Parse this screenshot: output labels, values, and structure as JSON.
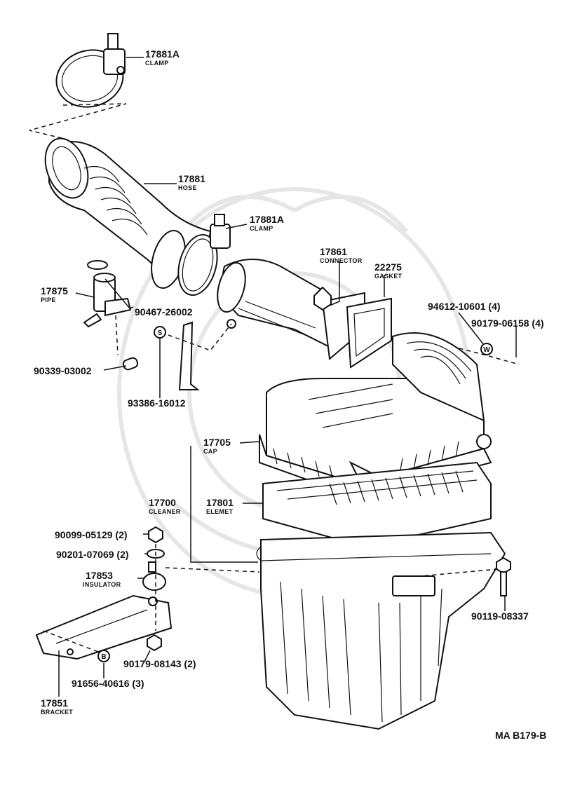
{
  "parts": {
    "clamp_top": {
      "number": "17881A",
      "name": "CLAMP"
    },
    "hose": {
      "number": "17881",
      "name": "HOSE"
    },
    "clamp_mid": {
      "number": "17881A",
      "name": "CLAMP"
    },
    "connector": {
      "number": "17861",
      "name": "CONNECTOR"
    },
    "gasket": {
      "number": "22275",
      "name": "GASKET"
    },
    "pipe": {
      "number": "17875",
      "name": "PIPE"
    },
    "p_90467": {
      "number": "90467-26002"
    },
    "p_94612": {
      "number": "94612-10601 (4)"
    },
    "p_90179_06158": {
      "number": "90179-06158 (4)"
    },
    "p_90339": {
      "number": "90339-03002"
    },
    "p_93386": {
      "number": "93386-16012"
    },
    "cap": {
      "number": "17705",
      "name": "CAP"
    },
    "cleaner": {
      "number": "17700",
      "name": "CLEANER"
    },
    "element": {
      "number": "17801",
      "name": "ELEMET"
    },
    "p_90099": {
      "number": "90099-05129 (2)"
    },
    "p_90201": {
      "number": "90201-07069 (2)"
    },
    "insulator": {
      "number": "17853",
      "name": "INSULATOR"
    },
    "p_90119": {
      "number": "90119-08337"
    },
    "p_90179_08143": {
      "number": "90179-08143 (2)"
    },
    "p_91656": {
      "number": "91656-40616 (3)"
    },
    "bracket": {
      "number": "17851",
      "name": "BRACKET"
    }
  },
  "markers": {
    "s": "S",
    "w": "W",
    "b": "B"
  },
  "figure_code": "MA B179-B"
}
